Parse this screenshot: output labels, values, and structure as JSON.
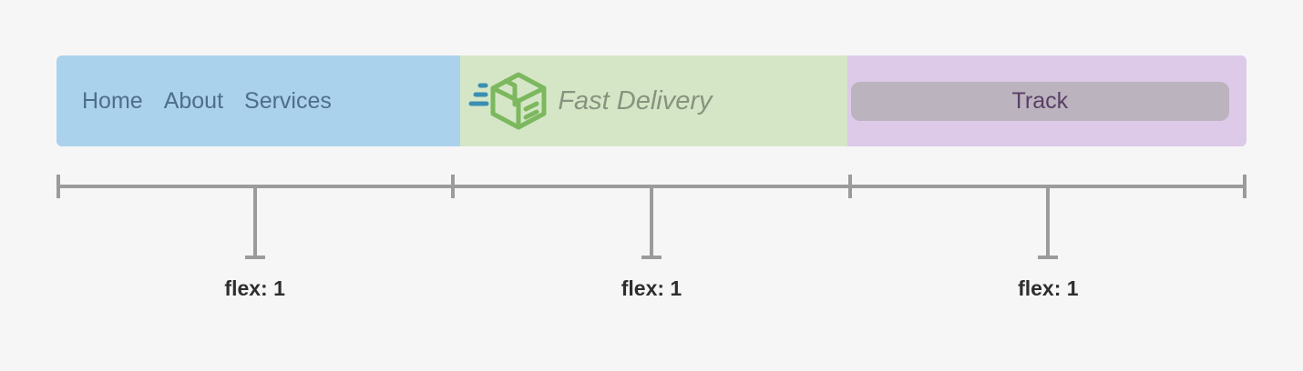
{
  "page": {
    "background_color": "#f6f6f7"
  },
  "navbar": {
    "nav_links": [
      {
        "label": "Home"
      },
      {
        "label": "About"
      },
      {
        "label": "Services"
      }
    ],
    "brand": "Fast Delivery",
    "track_button_label": "Track",
    "colors": {
      "nav_section_bg": "#abd2ec",
      "logo_section_bg": "#d5e6c7",
      "track_section_bg": "#dccae8",
      "nav_link_text": "#4e6e8c",
      "brand_text": "#87937e",
      "track_button_bg": "#bbb3bd",
      "track_button_text": "#5a3e68",
      "logo_green": "#7cb85e",
      "speed_lines_teal": "#3a8fb0"
    }
  },
  "ruler": {
    "segments": [
      {
        "label": "flex: 1"
      },
      {
        "label": "flex: 1"
      },
      {
        "label": "flex: 1"
      }
    ],
    "line_color": "#9b9b9b",
    "label_color": "#2e2e2e"
  }
}
